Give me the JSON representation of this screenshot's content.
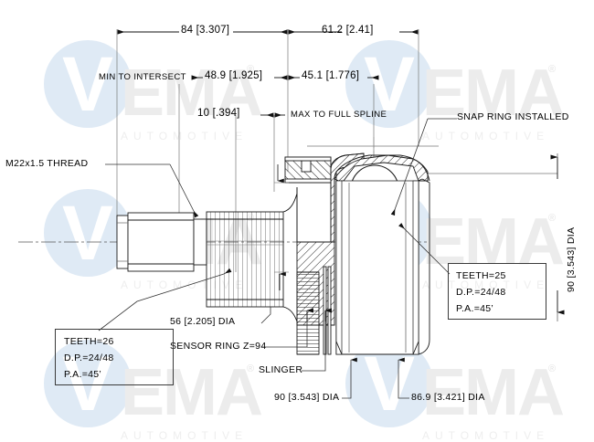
{
  "meta": {
    "kind": "technical-engineering-drawing",
    "subject": "CV joint outer assembly cross-section"
  },
  "watermark": {
    "brand_v": "V",
    "brand_rest": "EMA",
    "registered_mark": "®",
    "tagline": "AUTOMOTIVE",
    "circle_color": "#dfeaf5",
    "v_color": "#ffffff",
    "text_color": "#ececec"
  },
  "dimensions": {
    "overall_left": "84 [3.307]",
    "overall_right": "61.2 [2.41]",
    "min_to_intersect_label": "MIN TO INTERSECT",
    "min_to_intersect_value": "48.9 [1.925]",
    "max_to_full_spline_value": "45.1 [1.776]",
    "max_to_full_spline_label": "MAX TO FULL SPLINE",
    "shoulder": "10 [.394]",
    "shaft_dia": "56 [2.205] DIA",
    "body_dia_left": "90 [3.543] DIA",
    "body_dia_right": "86.9 [3.421] DIA",
    "vertical_dia": "90 [3.543] DIA"
  },
  "annotations": {
    "thread": "M22x1.5 THREAD",
    "snap_ring": "SNAP RING INSTALLED",
    "sensor_ring": "SENSOR RING Z=94",
    "slinger": "SLINGER"
  },
  "spline_box_left": {
    "teeth": "TEETH=26",
    "dp": "D.P.=24/48",
    "pa": "P.A.=45’"
  },
  "spline_box_right": {
    "teeth": "TEETH=25",
    "dp": "D.P.=24/48",
    "pa": "P.A.=45’"
  },
  "chart_data": {
    "type": "table",
    "title": "CV Joint Dimensional Callouts",
    "categories": [
      "84 [3.307]",
      "61.2 [2.41]",
      "48.9 [1.925]",
      "45.1 [1.776]",
      "10 [.394]",
      "56 [2.205] DIA",
      "90 [3.543] DIA",
      "86.9 [3.421] DIA"
    ],
    "values": [
      84,
      61.2,
      48.9,
      45.1,
      10,
      56,
      90,
      86.9
    ]
  }
}
